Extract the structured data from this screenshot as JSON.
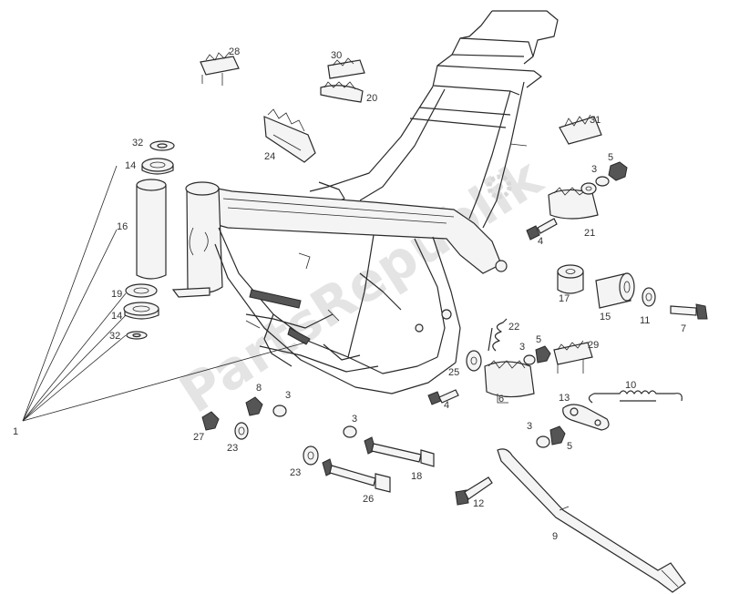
{
  "watermark": "PartsRepublik",
  "callouts": {
    "c1": "1",
    "c3a": "3",
    "c3b": "3",
    "c3c": "3",
    "c3d": "3",
    "c3e": "3",
    "c4a": "4",
    "c4b": "4",
    "c5a": "5",
    "c5b": "5",
    "c5c": "5",
    "c6": "6",
    "c7": "7",
    "c8": "8",
    "c9": "9",
    "c10": "10",
    "c11": "11",
    "c12": "12",
    "c13": "13",
    "c14a": "14",
    "c14b": "14",
    "c15": "15",
    "c16": "16",
    "c17": "17",
    "c18": "18",
    "c19": "19",
    "c20": "20",
    "c21": "21",
    "c22": "22",
    "c23a": "23",
    "c23b": "23",
    "c24": "24",
    "c25": "25",
    "c26": "26",
    "c27": "27",
    "c28": "28",
    "c29": "29",
    "c30": "30",
    "c31": "31",
    "c32a": "32",
    "c32b": "32"
  }
}
